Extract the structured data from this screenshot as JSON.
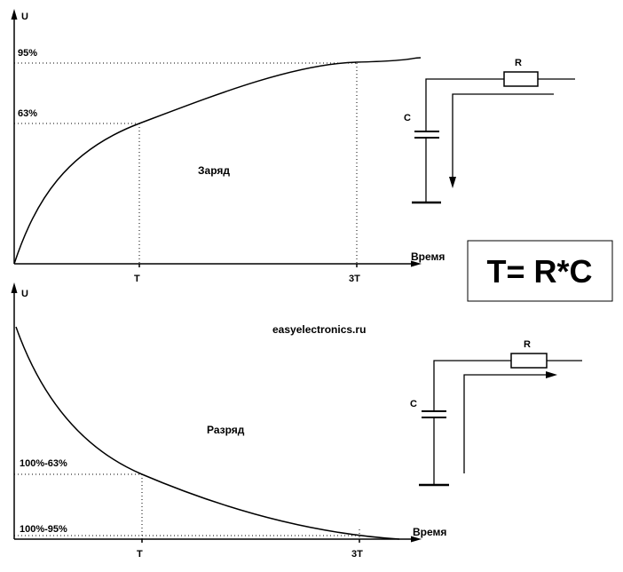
{
  "charge": {
    "y_axis": "U",
    "x_axis": "Время",
    "level_95": "95%",
    "level_63": "63%",
    "tick_t": "T",
    "tick_3t": "3T",
    "label": "Заряд",
    "cap_label": "C",
    "res_label": "R"
  },
  "discharge": {
    "y_axis": "U",
    "x_axis": "Время",
    "level_63": "100%-63%",
    "level_95": "100%-95%",
    "tick_t": "T",
    "tick_3t": "3T",
    "label": "Разряд",
    "cap_label": "C",
    "res_label": "R"
  },
  "formula": "T= R*C",
  "site": "easyelectronics.ru"
}
